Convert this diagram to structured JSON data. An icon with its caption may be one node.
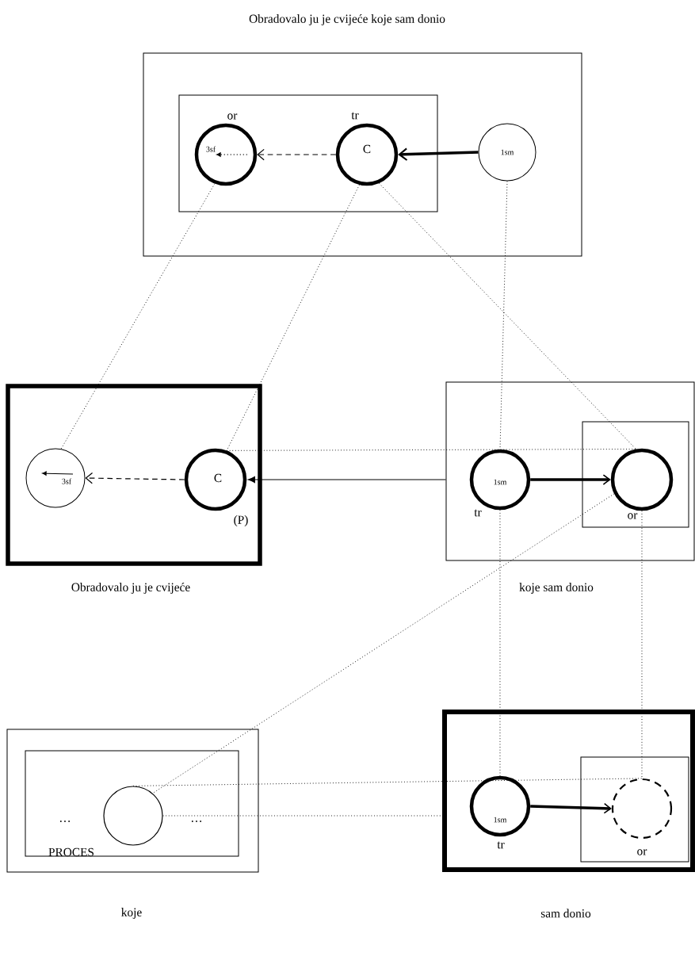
{
  "diagram": {
    "nodes": [
      {
        "text": [
          "Obradovalo ju je cvijeće koje sam donio"
        ]
      },
      {
        "text": [],
        "shape": "box",
        "in": 0
      },
      {
        "text": [
          "or",
          "3sf"
        ],
        "in": 1
      },
      {
        "text": [
          "tr",
          "C"
        ],
        "in": 1
      },
      {
        "text": [
          "1sm"
        ],
        "in": 0
      },
      {
        "text": [
          "Obradovalo ju je cvijeće"
        ]
      },
      {
        "text": [
          "3sf"
        ],
        "in": 5
      },
      {
        "text": [
          "C",
          "(P)"
        ],
        "in": 5
      },
      {
        "text": [
          "koje sam donio"
        ]
      },
      {
        "text": [
          "1sm",
          "tr"
        ],
        "in": 8
      },
      {
        "text": [],
        "shape": "box",
        "in": 8
      },
      {
        "text": [
          "or"
        ],
        "in": 10
      },
      {
        "text": [
          "koje"
        ]
      },
      {
        "text": [
          "…",
          "…",
          "PROCES"
        ],
        "in": 12
      },
      {
        "text": [],
        "shape": "circle",
        "in": 13
      },
      {
        "text": [
          "sam donio"
        ]
      },
      {
        "text": [
          "1sm",
          "tr"
        ],
        "in": 15
      },
      {
        "text": [],
        "shape": "box",
        "in": 15
      },
      {
        "text": [
          "or"
        ],
        "in": 17
      }
    ],
    "edges": [
      {
        "from": 4,
        "to": 3,
        "arrow": "to",
        "style": "thick"
      },
      {
        "from": 3,
        "to": 2,
        "arrow": "to",
        "style": "dashed"
      },
      {
        "from": 7,
        "to": 6,
        "arrow": "to",
        "style": "dashed"
      },
      {
        "from": 8,
        "to": 7,
        "arrow": "to"
      },
      {
        "from": 9,
        "to": 11,
        "arrow": "to",
        "style": "thick"
      },
      {
        "from": 16,
        "to": 18,
        "arrow": "to",
        "style": "thick"
      },
      {
        "from": 2,
        "to": 6,
        "arrow": "none",
        "style": "dashed"
      },
      {
        "from": 3,
        "to": 7,
        "arrow": "none",
        "style": "dashed"
      },
      {
        "from": 3,
        "to": 11,
        "arrow": "none",
        "style": "dashed"
      },
      {
        "from": 4,
        "to": 9,
        "arrow": "none",
        "style": "dashed"
      },
      {
        "from": 7,
        "to": 11,
        "arrow": "none",
        "style": "dashed"
      },
      {
        "from": 9,
        "to": 16,
        "arrow": "none",
        "style": "dashed"
      },
      {
        "from": 11,
        "to": 18,
        "arrow": "none",
        "style": "dashed"
      },
      {
        "from": 11,
        "to": 14,
        "arrow": "none",
        "style": "dashed"
      },
      {
        "from": 14,
        "to": 18,
        "arrow": "none",
        "style": "dashed"
      },
      {
        "from": 14,
        "to": 15,
        "arrow": "none",
        "style": "dashed"
      }
    ]
  }
}
